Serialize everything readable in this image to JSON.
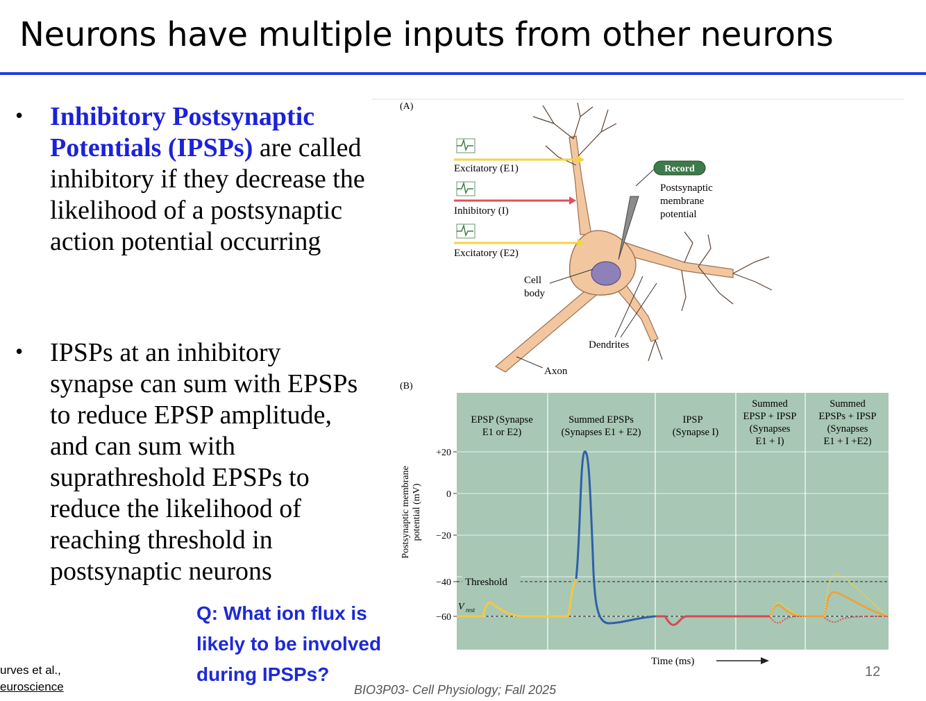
{
  "slide": {
    "title": "Neurons have multiple inputs from other neurons",
    "bullets": [
      {
        "highlight": "Inhibitory Postsynaptic Potentials (IPSPs)",
        "rest": " are called inhibitory if they decrease the likelihood of a postsynaptic action potential occurring"
      },
      {
        "highlight": "",
        "rest": "IPSPs at an inhibitory synapse can sum with EPSPs to reduce EPSP amplitude, and can sum with suprathreshold EPSPs to reduce  the likelihood of reaching threshold in postsynaptic neurons"
      }
    ],
    "bullet_marker": "•",
    "question": "Q: What ion flux is likely to be involved during IPSPs?",
    "citation_line1": "urves et al.,",
    "citation_line2": "euroscience",
    "footer": "BIO3P03- Cell Physiology; Fall 2025",
    "page_number": "12"
  },
  "figure": {
    "panel_a": {
      "label": "(A)",
      "inputs": [
        {
          "label": "Excitatory (E1)",
          "color": "#f5d33f"
        },
        {
          "label": "Inhibitory (I)",
          "color": "#e05058"
        },
        {
          "label": "Excitatory (E2)",
          "color": "#f5d33f"
        }
      ],
      "record_label": "Record",
      "record_desc": [
        "Postsynaptic",
        "membrane",
        "potential"
      ],
      "cell_body_label": [
        "Cell",
        "body"
      ],
      "dendrites_label": "Dendrites",
      "axon_label": "Axon",
      "colors": {
        "neuron_fill": "#f2c7a0",
        "neuron_stroke": "#9b6f50",
        "nucleus": "#8e80b8",
        "record_badge": "#3e7a4a"
      }
    },
    "panel_b": {
      "label": "(B)",
      "plot_background": "#a8c7b5",
      "y_axis_label": [
        "Postsynaptic membrane",
        "potential (mV)"
      ],
      "y_ticks": [
        "+20",
        "0",
        "−20",
        "−40",
        "−60"
      ],
      "x_axis_label": "Time (ms)",
      "threshold_label": "Threshold",
      "vrest_label": "V",
      "vrest_sub": "rest",
      "columns": [
        {
          "lines": [
            "EPSP (Synapse",
            "E1 or E2)"
          ]
        },
        {
          "lines": [
            "Summed EPSPs",
            "(Synapses E1 + E2)"
          ]
        },
        {
          "lines": [
            "IPSP",
            "(Synapse I)"
          ]
        },
        {
          "lines": [
            "Summed",
            "EPSP + IPSP",
            "(Synapses",
            "E1 + I)"
          ]
        },
        {
          "lines": [
            "Summed",
            "EPSPs + IPSP",
            "(Synapses",
            "E1 + I +E2)"
          ]
        }
      ],
      "colors": {
        "epsp": "#f5c842",
        "ap": "#2f5fa8",
        "ipsp": "#d84850",
        "summed": "#f0a030"
      }
    }
  }
}
